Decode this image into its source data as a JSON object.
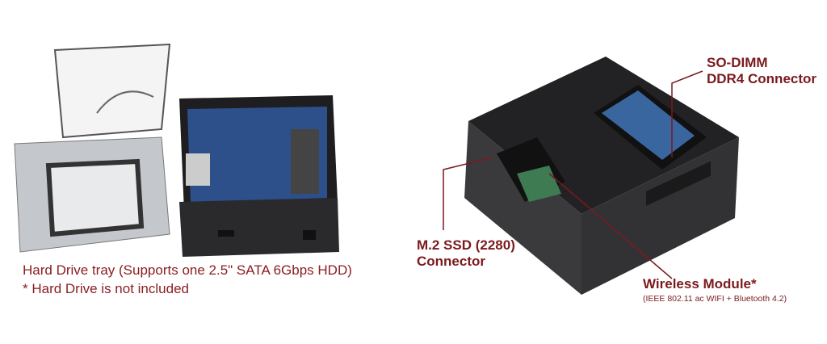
{
  "left_caption": {
    "line1": "Hard Drive tray (Supports one 2.5\" SATA 6Gbps HDD)",
    "line2": "* Hard Drive is not included"
  },
  "labels": {
    "sodimm": {
      "line1": "SO-DIMM",
      "line2": "DDR4 Connector"
    },
    "m2": {
      "line1": "M.2 SSD (2280)",
      "line2": "Connector"
    },
    "wireless": {
      "title": "Wireless Module*",
      "detail": "(IEEE 802.11 ac WIFI + Bluetooth 4.2)"
    }
  },
  "colors": {
    "label": "#7a1a1e",
    "chassis": "#2a2a2c",
    "board": "#2d4f8a",
    "tray": "#b9bec4"
  }
}
